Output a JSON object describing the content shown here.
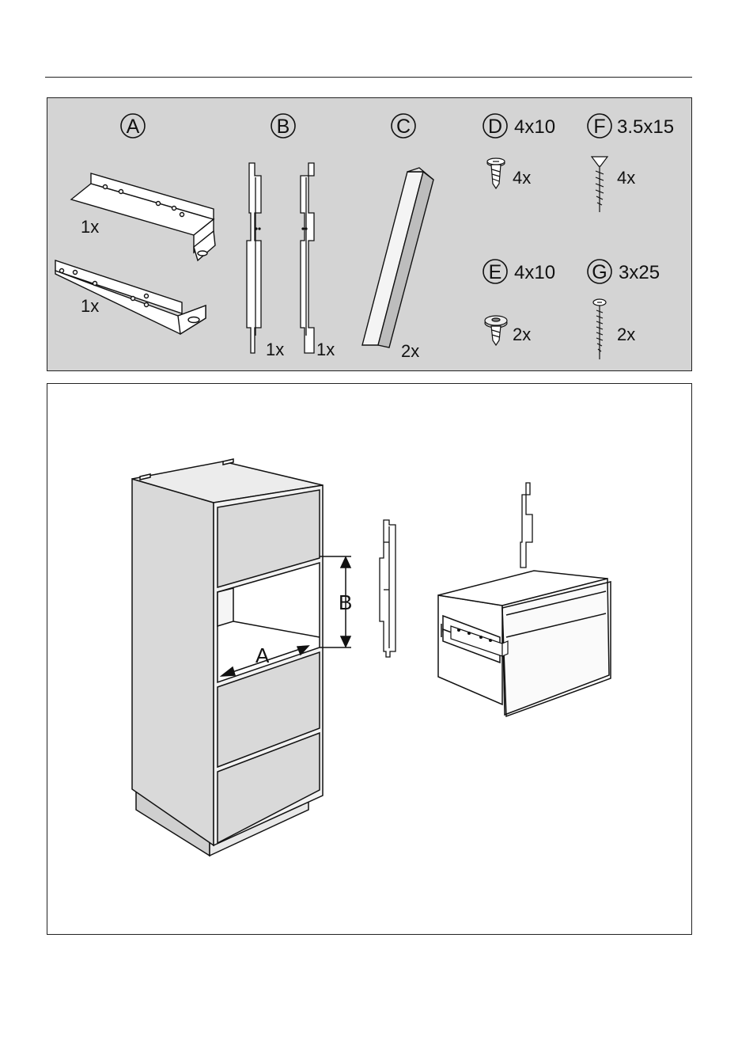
{
  "parts": [
    {
      "letter": "A",
      "qty": [
        "1x",
        "1x"
      ],
      "size": ""
    },
    {
      "letter": "B",
      "qty": [
        "1x",
        "1x"
      ],
      "size": ""
    },
    {
      "letter": "C",
      "qty": [
        "2x"
      ],
      "size": ""
    },
    {
      "letter": "D",
      "qty": [
        "4x"
      ],
      "size": "4x10"
    },
    {
      "letter": "E",
      "qty": [
        "2x"
      ],
      "size": "4x10"
    },
    {
      "letter": "F",
      "qty": [
        "4x"
      ],
      "size": "3.5x15"
    },
    {
      "letter": "G",
      "qty": [
        "2x"
      ],
      "size": "3x25"
    }
  ],
  "install": {
    "dim_a": "A",
    "dim_b": "B"
  },
  "colors": {
    "panel_bg": "#d4d4d4",
    "cabinet_fill": "#d9d9d9",
    "line": "#111111"
  }
}
